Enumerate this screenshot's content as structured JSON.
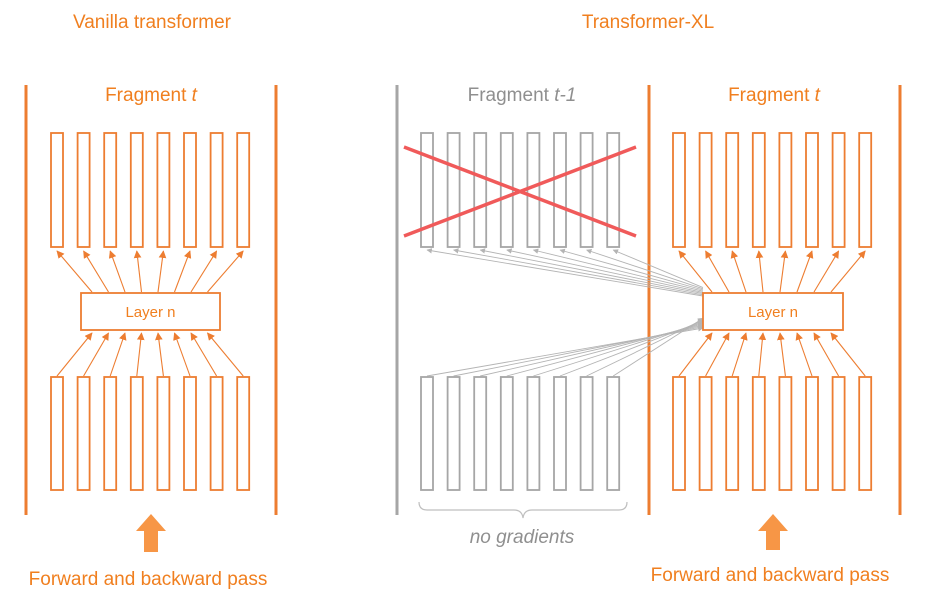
{
  "colors": {
    "accent": "#ed7d31",
    "memory_gray": "#a6a6a6",
    "cross_red": "#f05a5a",
    "arrow_orange": "#f79646"
  },
  "vanilla": {
    "heading": "Vanilla transformer",
    "fragment_label": "Fragment",
    "fragment_var": "t",
    "layer_label": "Layer n",
    "pass_label": "Forward and backward pass",
    "pass_arrow_icon": "up-arrow-icon"
  },
  "xl": {
    "heading": "Transformer-XL",
    "prev_fragment_label": "Fragment",
    "prev_fragment_var": "t-1",
    "curr_fragment_label": "Fragment",
    "curr_fragment_var": "t",
    "layer_label": "Layer n",
    "no_gradients_label": "no gradients",
    "pass_label": "Forward and backward pass",
    "pass_arrow_icon": "up-arrow-icon",
    "discarded_mark_icon": "cross-icon",
    "brace_icon": "curly-brace-icon"
  }
}
